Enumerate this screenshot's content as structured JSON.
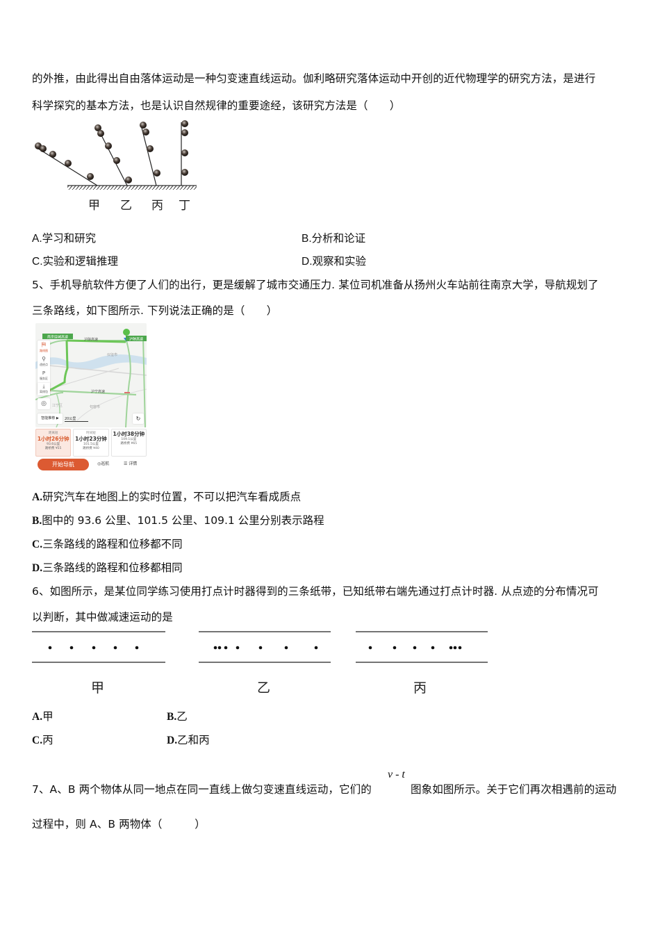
{
  "q4": {
    "stem_line1": "的外推，由此得出自由落体运动是一种匀变速直线运动。伽利略研究落体运动中开创的近代物理学的研究方法，是进行",
    "stem_line2": "科学探究的基本方法，也是认识自然规律的重要途经，该研究方法是（　　）",
    "figure_labels": [
      "甲",
      "乙",
      "丙",
      "丁"
    ],
    "options": [
      {
        "label": "A.",
        "text": "学习和研究"
      },
      {
        "label": "B.",
        "text": "分析和论证"
      },
      {
        "label": "C.",
        "text": "实验和逻辑推理"
      },
      {
        "label": "D.",
        "text": "观察和实验"
      }
    ]
  },
  "q5": {
    "stem_line1": "5、手机导航软件方便了人们的出行，更是缓解了城市交通压力. 某位司机准备从扬州火车站前往南京大学，导航规划了",
    "stem_line2": "三条路线，如下图所示. 下列说法正确的是（　　）",
    "map": {
      "road_labels": [
        "南京绕城高速",
        "沪陕高速",
        "沪陕高速",
        "沪宁高速"
      ],
      "place_labels": [
        "仪征市",
        "句容市",
        "江宁区"
      ],
      "side_buttons": [
        "路线图",
        "途经点",
        "服务区",
        "离线包"
      ],
      "smart_recommend": "智能推荐 ▶",
      "scale": "20公里",
      "routes": [
        {
          "tag": "距离短",
          "time": "1小时26分钟",
          "distance": "93.6公里",
          "toll": "路桥费 ¥55"
        },
        {
          "tag": "时间短",
          "time": "1小时23分钟",
          "distance": "101.5公里",
          "toll": "路桥费 ¥40"
        },
        {
          "tag": "",
          "time": "1小时38分钟",
          "distance": "109.1公里",
          "toll": "路桥费 ¥65"
        }
      ],
      "start_button": "开始导航",
      "aux_buttons": [
        "◎巡航",
        "☰ 详情"
      ]
    },
    "options": [
      {
        "label": "A.",
        "text": "研究汽车在地图上的实时位置，不可以把汽车看成质点"
      },
      {
        "label": "B.",
        "text": "图中的 93.6 公里、101.5 公里、109.1 公里分别表示路程"
      },
      {
        "label": "C.",
        "text": "三条路线的路程和位移都不同"
      },
      {
        "label": "D.",
        "text": "三条路线的路程和位移都相同"
      }
    ]
  },
  "q6": {
    "stem_line1": "6、如图所示，是某位同学练习使用打点计时器得到的三条纸带，已知纸带右端先通过打点计时器. 从点迹的分布情况可",
    "stem_line2": "以判断，其中做减速运动的是",
    "tape_labels": [
      "甲",
      "乙",
      "丙"
    ],
    "options": [
      {
        "label": "A.",
        "text": "甲"
      },
      {
        "label": "B.",
        "text": "乙"
      },
      {
        "label": "C.",
        "text": "丙"
      },
      {
        "label": "D.",
        "text": "乙和丙"
      }
    ]
  },
  "q7": {
    "stem_part1": "7、A、B 两个物体从同一地点在同一直线上做匀变速直线运动，它们的",
    "vt_symbol": "v - t",
    "stem_part2": "图象如图所示。关于它们再次相遇前的运动",
    "stem_line2": "过程中，则 A、B 两物体（　　　）"
  }
}
